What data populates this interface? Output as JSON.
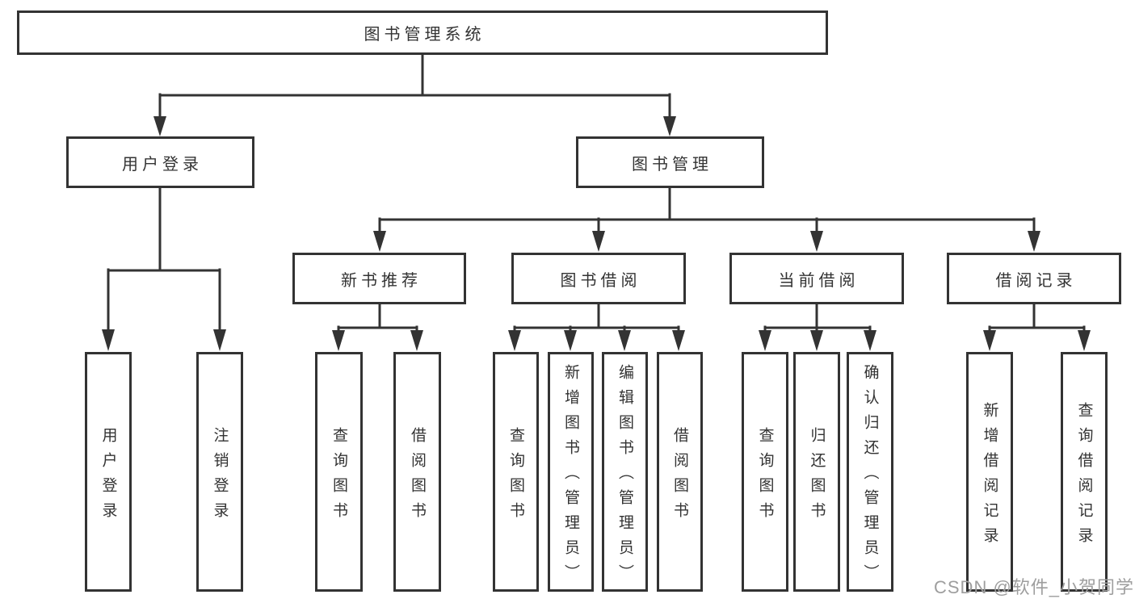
{
  "colors": {
    "line": "#333333",
    "box_border": "#333333",
    "text": "#333333",
    "background": "#ffffff",
    "watermark": "#9e9e9e"
  },
  "watermark": {
    "text": "CSDN @软件_小贺同学"
  },
  "tree": {
    "root": {
      "label": "图书管理系统"
    },
    "branches": [
      {
        "label": "用户登录",
        "children": [
          {
            "label": "用户登录"
          },
          {
            "label": "注销登录"
          }
        ]
      },
      {
        "label": "图书管理",
        "sections": [
          {
            "label": "新书推荐",
            "children": [
              {
                "label": "查询图书"
              },
              {
                "label": "借阅图书"
              }
            ]
          },
          {
            "label": "图书借阅",
            "children": [
              {
                "label": "查询图书"
              },
              {
                "label": "新增图书（管理员）"
              },
              {
                "label": "编辑图书（管理员）"
              },
              {
                "label": "借阅图书"
              }
            ]
          },
          {
            "label": "当前借阅",
            "children": [
              {
                "label": "查询图书"
              },
              {
                "label": "归还图书"
              },
              {
                "label": "确认归还（管理员）"
              }
            ]
          },
          {
            "label": "借阅记录",
            "children": [
              {
                "label": "新增借阅记录"
              },
              {
                "label": "查询借阅记录"
              }
            ]
          }
        ]
      }
    ]
  }
}
